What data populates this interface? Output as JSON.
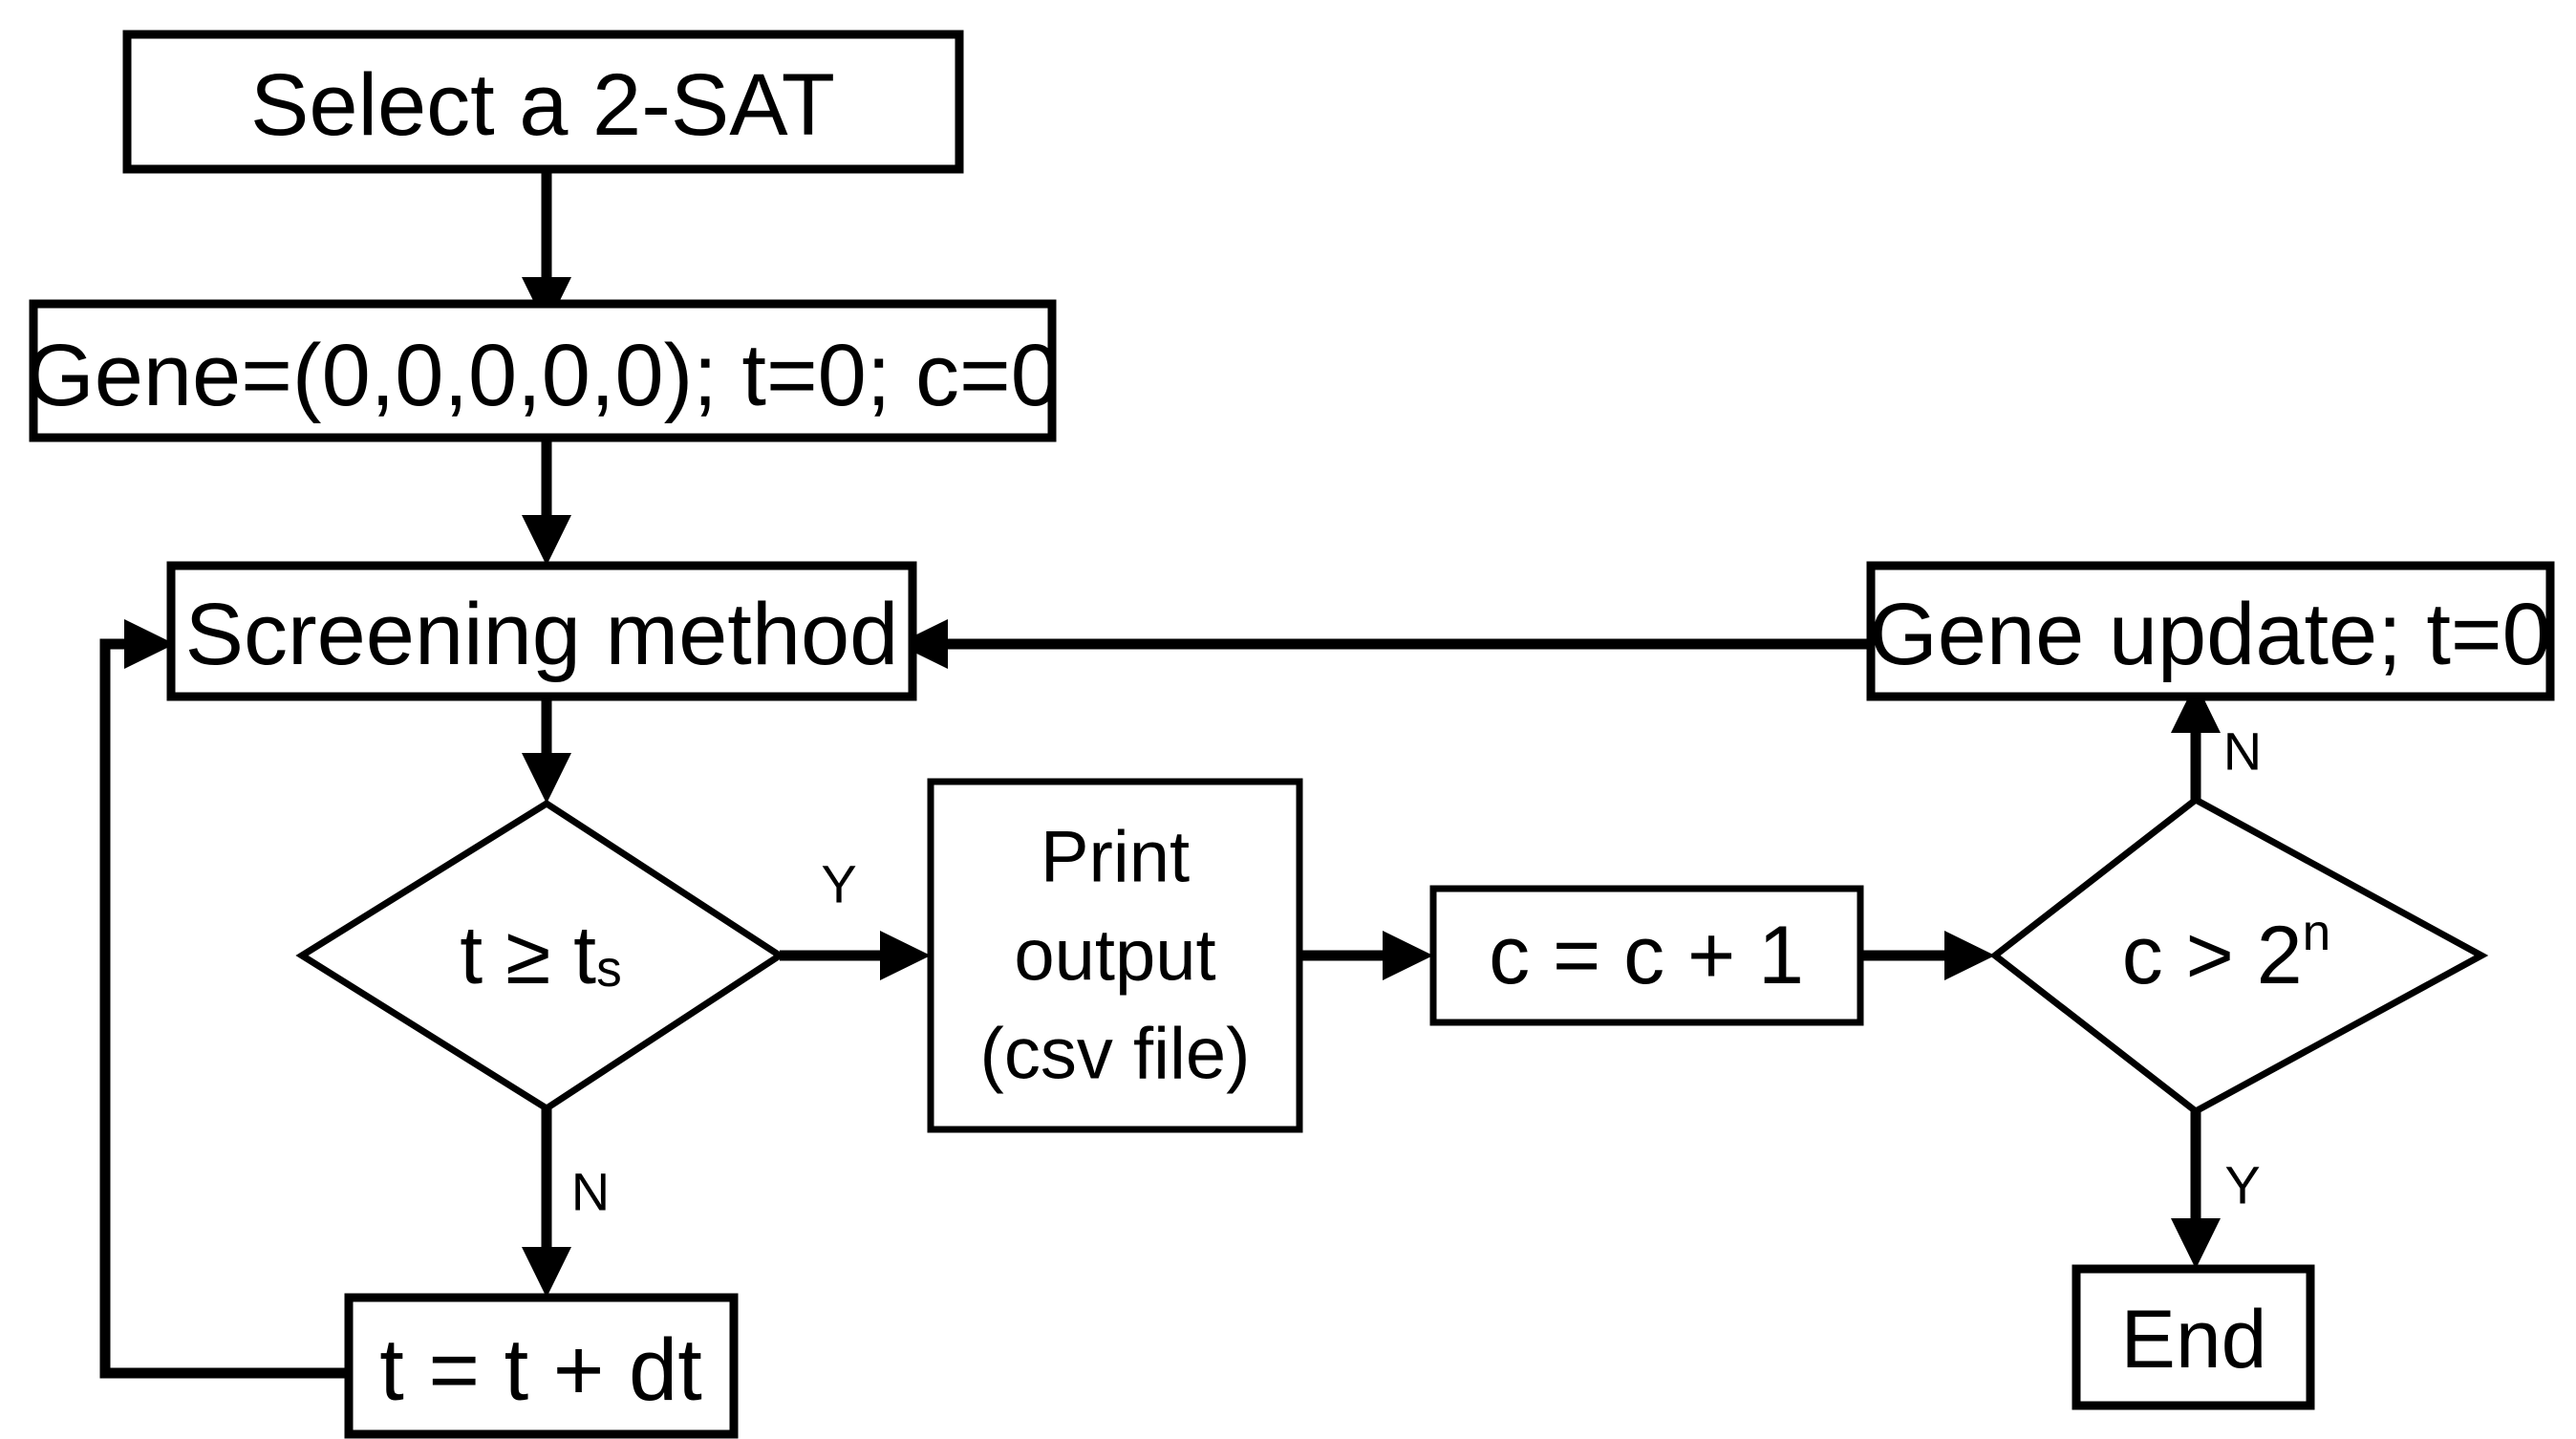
{
  "diagram": {
    "title": "2-SAT gene screening algorithm flowchart",
    "background_color": "#ffffff",
    "line_color": "#000000",
    "nodes": {
      "select_2sat": {
        "label": "Select a 2-SAT",
        "shape": "process"
      },
      "init_gene": {
        "label": "Gene=(0,0,0,0,0); t=0; c=0",
        "shape": "process"
      },
      "screening": {
        "label": "Screening method",
        "shape": "process"
      },
      "gene_update": {
        "label": "Gene update; t=0",
        "shape": "process"
      },
      "t_check": {
        "label_main": "t ≥ t",
        "label_sub": "s",
        "shape": "decision"
      },
      "print_output": {
        "line1": "Print",
        "line2": "output",
        "line3": "(csv file)",
        "shape": "process"
      },
      "increment_c": {
        "label": "c = c + 1",
        "shape": "process"
      },
      "c_check": {
        "label_main": "c > 2",
        "label_sup": "n",
        "shape": "decision"
      },
      "advance_time": {
        "label": "t = t + dt",
        "shape": "process"
      },
      "end": {
        "label": "End",
        "shape": "terminator"
      }
    },
    "branch_labels": {
      "t_check_yes": "Y",
      "t_check_no": "N",
      "c_check_no": "N",
      "c_check_yes": "Y"
    },
    "edges": [
      {
        "from": "select_2sat",
        "to": "init_gene",
        "label": ""
      },
      {
        "from": "init_gene",
        "to": "screening",
        "label": ""
      },
      {
        "from": "screening",
        "to": "t_check",
        "label": ""
      },
      {
        "from": "t_check",
        "to": "print_output",
        "label": "Y"
      },
      {
        "from": "t_check",
        "to": "advance_time",
        "label": "N"
      },
      {
        "from": "advance_time",
        "to": "screening",
        "label": ""
      },
      {
        "from": "print_output",
        "to": "increment_c",
        "label": ""
      },
      {
        "from": "increment_c",
        "to": "c_check",
        "label": ""
      },
      {
        "from": "c_check",
        "to": "gene_update",
        "label": "N"
      },
      {
        "from": "c_check",
        "to": "end",
        "label": "Y"
      },
      {
        "from": "gene_update",
        "to": "screening",
        "label": ""
      }
    ]
  }
}
